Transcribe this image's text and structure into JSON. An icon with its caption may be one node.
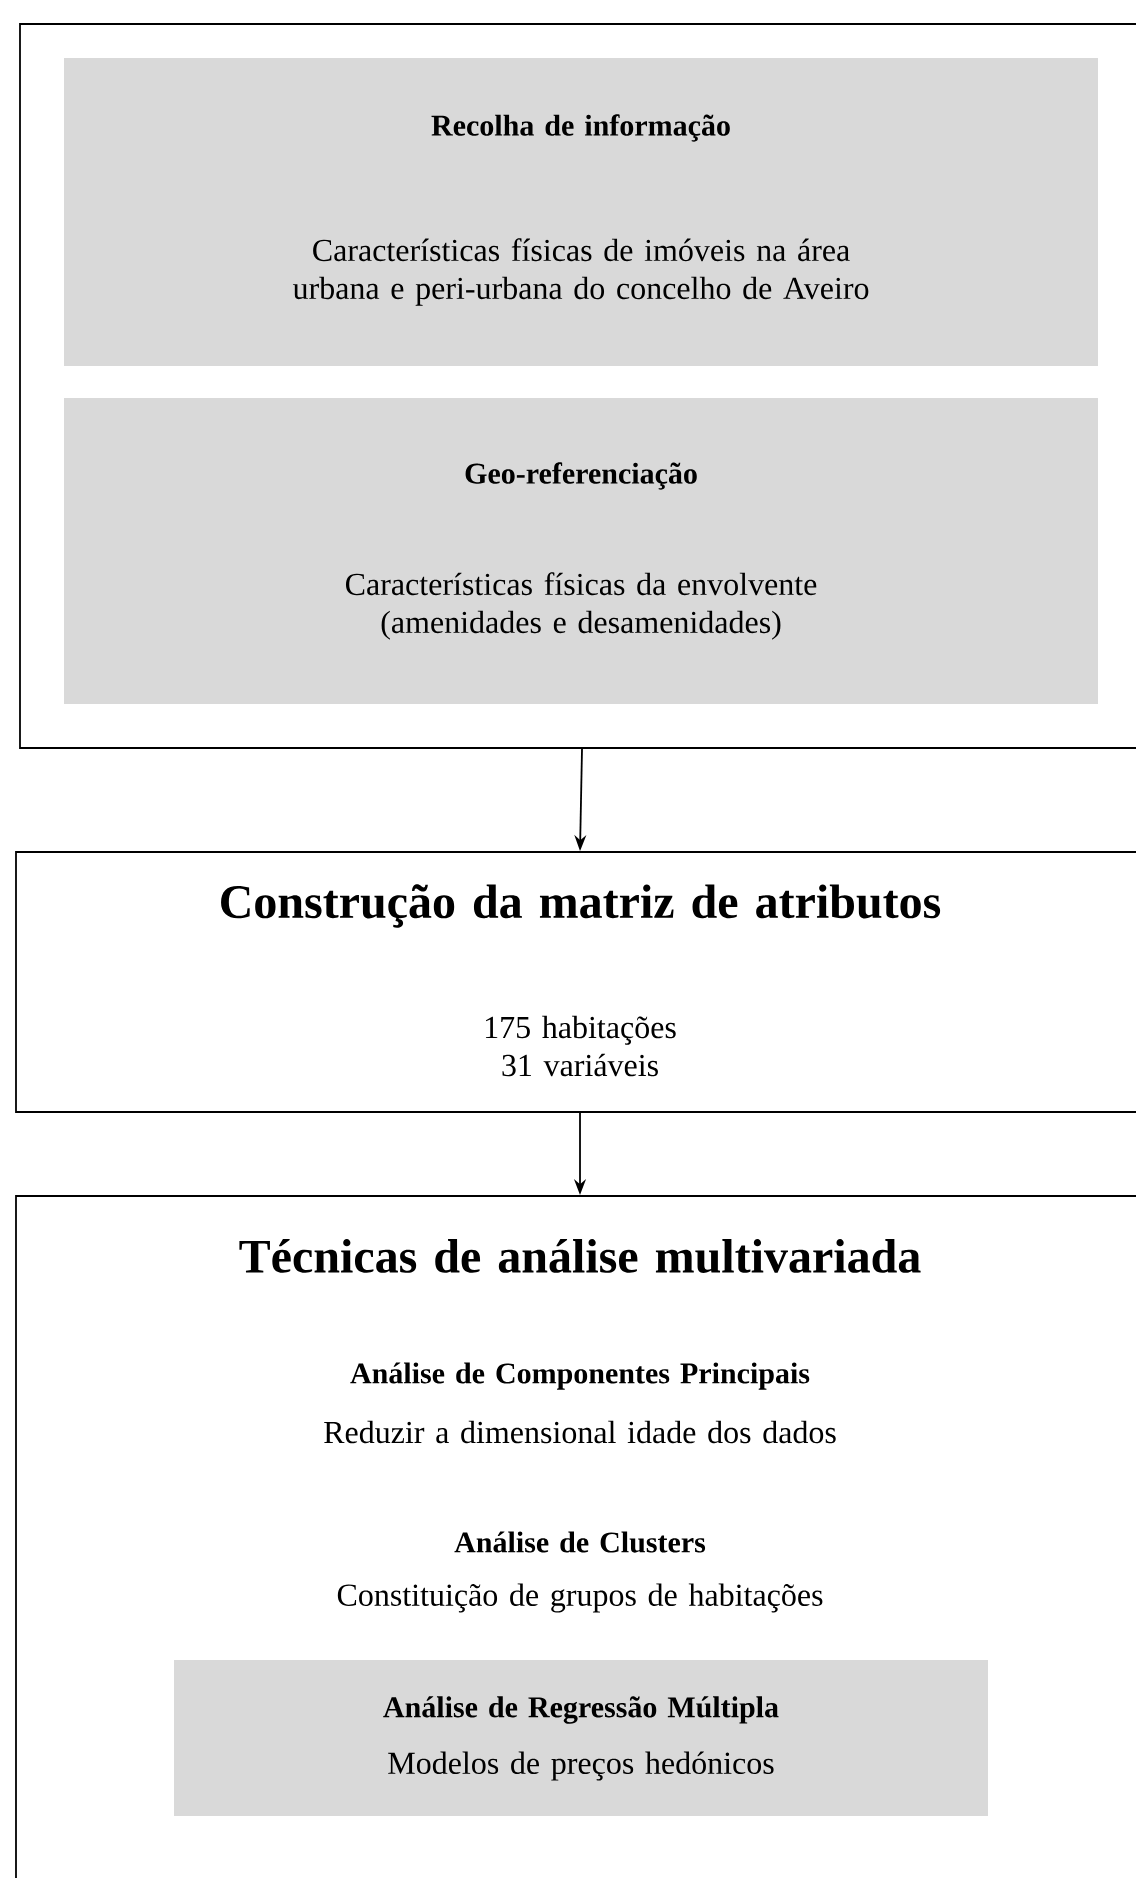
{
  "diagram": {
    "nodes": [
      {
        "text": [],
        "shape": "box"
      },
      {
        "text": [
          "Recolha de informação",
          "Características físicas de imóveis na área urbana e peri-urbana do concelho de Aveiro"
        ],
        "in": 0
      },
      {
        "text": [
          "Geo-referenciação",
          "Características físicas da envolvente (amenidades e desamenidades)"
        ],
        "in": 0
      },
      {
        "text": [
          "Construção da matriz de atributos",
          "175 habitações 31 variáveis"
        ]
      },
      {
        "text": [
          "Técnicas de análise multivariada",
          "Análise de Componentes Principais",
          "Reduzir a dimensional idade dos dados",
          "Análise de Clusters",
          "Constituição de grupos de habitações"
        ]
      },
      {
        "text": [
          "Análise de Regressão Múltipla",
          "Modelos de preços hedónicos"
        ],
        "in": 4
      }
    ],
    "edges": [
      {
        "from": 0,
        "to": 3,
        "arrow": "to"
      },
      {
        "from": 3,
        "to": 4,
        "arrow": "to"
      }
    ]
  }
}
